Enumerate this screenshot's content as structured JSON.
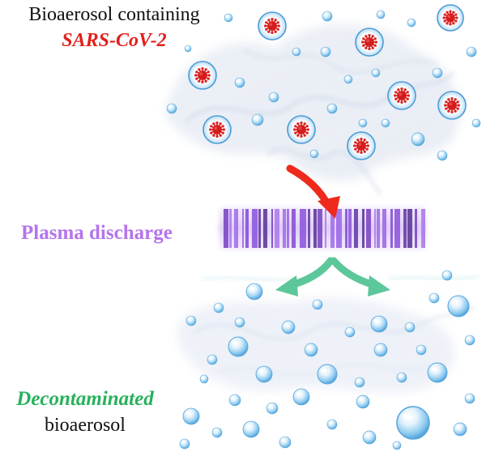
{
  "labels": {
    "top_line1": "Bioaerosol containing",
    "top_line2": "SARS-CoV-2",
    "plasma": "Plasma discharge",
    "bottom_line1": "Decontaminated",
    "bottom_line2": "bioaerosol"
  },
  "colors": {
    "virus_red": "#e0201c",
    "plasma_purple": "#7a2bd0",
    "plasma_label": "#b574ec",
    "arrow_red": "#ee2a1c",
    "arrow_green": "#5cc79a",
    "decontaminated_green": "#27b15c",
    "droplet_blue": "#7fc0ec"
  }
}
